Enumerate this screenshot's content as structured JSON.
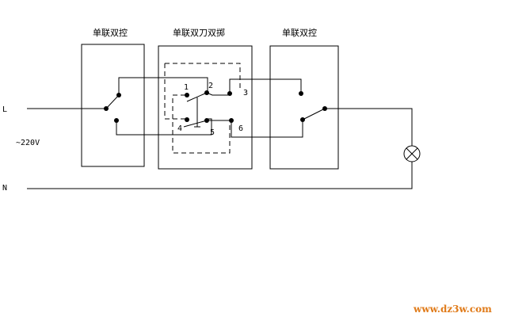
{
  "diagram": {
    "title_left_switch": "单联双控",
    "title_middle_switch": "单联双刀双掷",
    "title_right_switch": "单联双控",
    "line_label": "L",
    "neutral_label": "N",
    "voltage_label": "~220V",
    "terminals": [
      "1",
      "2",
      "3",
      "4",
      "5",
      "6"
    ],
    "lamp_icon": "lamp-cross-circle",
    "watermark": "www.dz3w.com",
    "colors": {
      "wire": "#000000",
      "watermark": "#e07b1a",
      "background": "#ffffff"
    }
  }
}
